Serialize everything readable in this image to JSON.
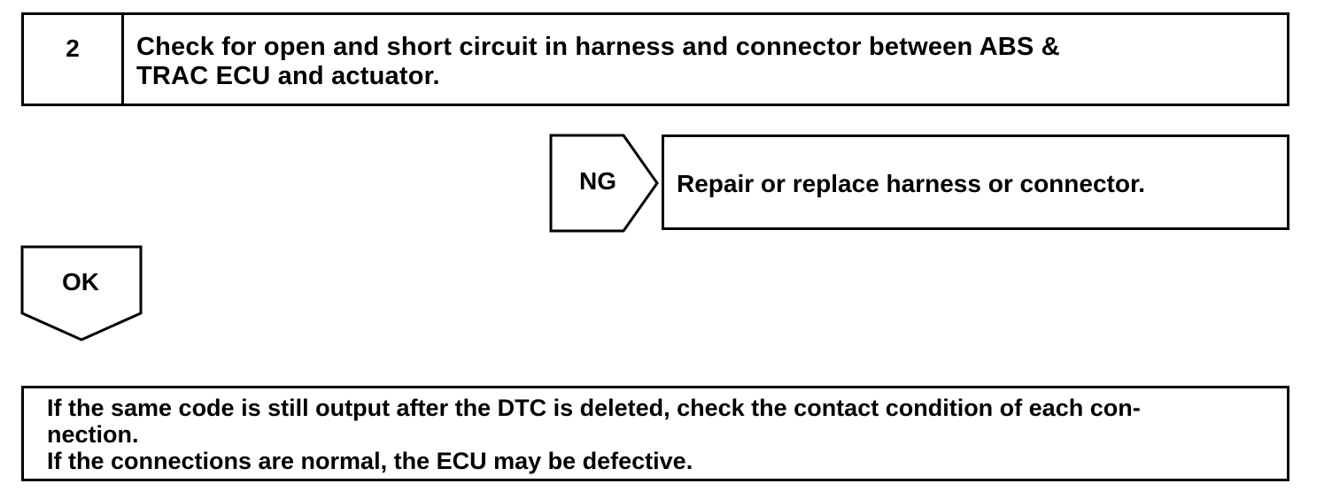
{
  "step": {
    "number": "2",
    "title_line1": "Check for open and short circuit in harness and connector between ABS &",
    "title_line2": "TRAC ECU and actuator."
  },
  "ng_branch": {
    "label": "NG",
    "action": "Repair or replace harness or connector."
  },
  "ok_branch": {
    "label": "OK"
  },
  "note": {
    "line1": "If the same code is still output after the DTC is deleted, check the contact condition of each con-",
    "line2": "nection.",
    "line3": "If the connections are normal, the ECU may be defective."
  }
}
